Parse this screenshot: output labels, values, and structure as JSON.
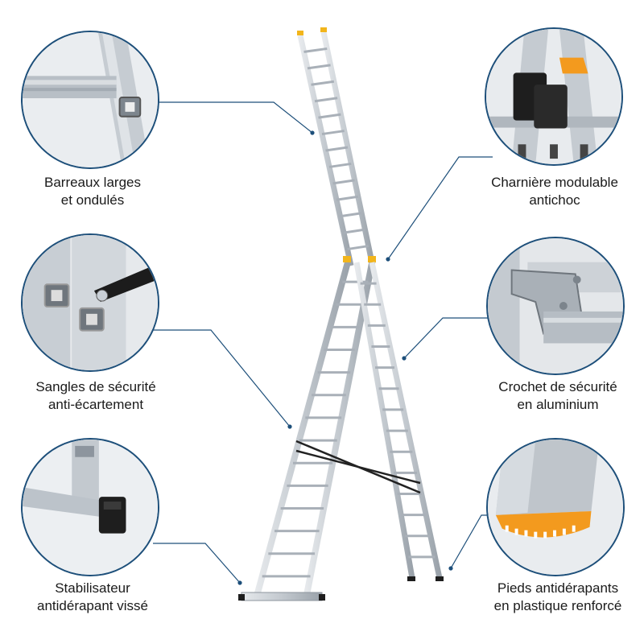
{
  "callouts": [
    {
      "id": "rungs",
      "lines": [
        "Barreaux larges",
        "et ondulés"
      ],
      "icon": "wide-rung-icon"
    },
    {
      "id": "hinge",
      "lines": [
        "Charnière modulable",
        "antichoc"
      ],
      "icon": "hinge-icon"
    },
    {
      "id": "straps",
      "lines": [
        "Sangles de sécurité",
        "anti-écartement"
      ],
      "icon": "strap-icon"
    },
    {
      "id": "hook",
      "lines": [
        "Crochet de sécurité",
        "en aluminium"
      ],
      "icon": "hook-icon"
    },
    {
      "id": "stabilizer",
      "lines": [
        "Stabilisateur",
        "antidérapant vissé"
      ],
      "icon": "stabilizer-foot-icon"
    },
    {
      "id": "feet",
      "lines": [
        "Pieds antidérapants",
        "en plastique renforcé"
      ],
      "icon": "rubber-foot-icon"
    }
  ],
  "colors": {
    "line": "#1d4f7a",
    "aluminium": "#c9cfd6",
    "aluminium_dark": "#8d959e",
    "accent_yellow": "#f2b51b",
    "accent_orange": "#f39a1e",
    "plastic_black": "#1e1e1e"
  }
}
